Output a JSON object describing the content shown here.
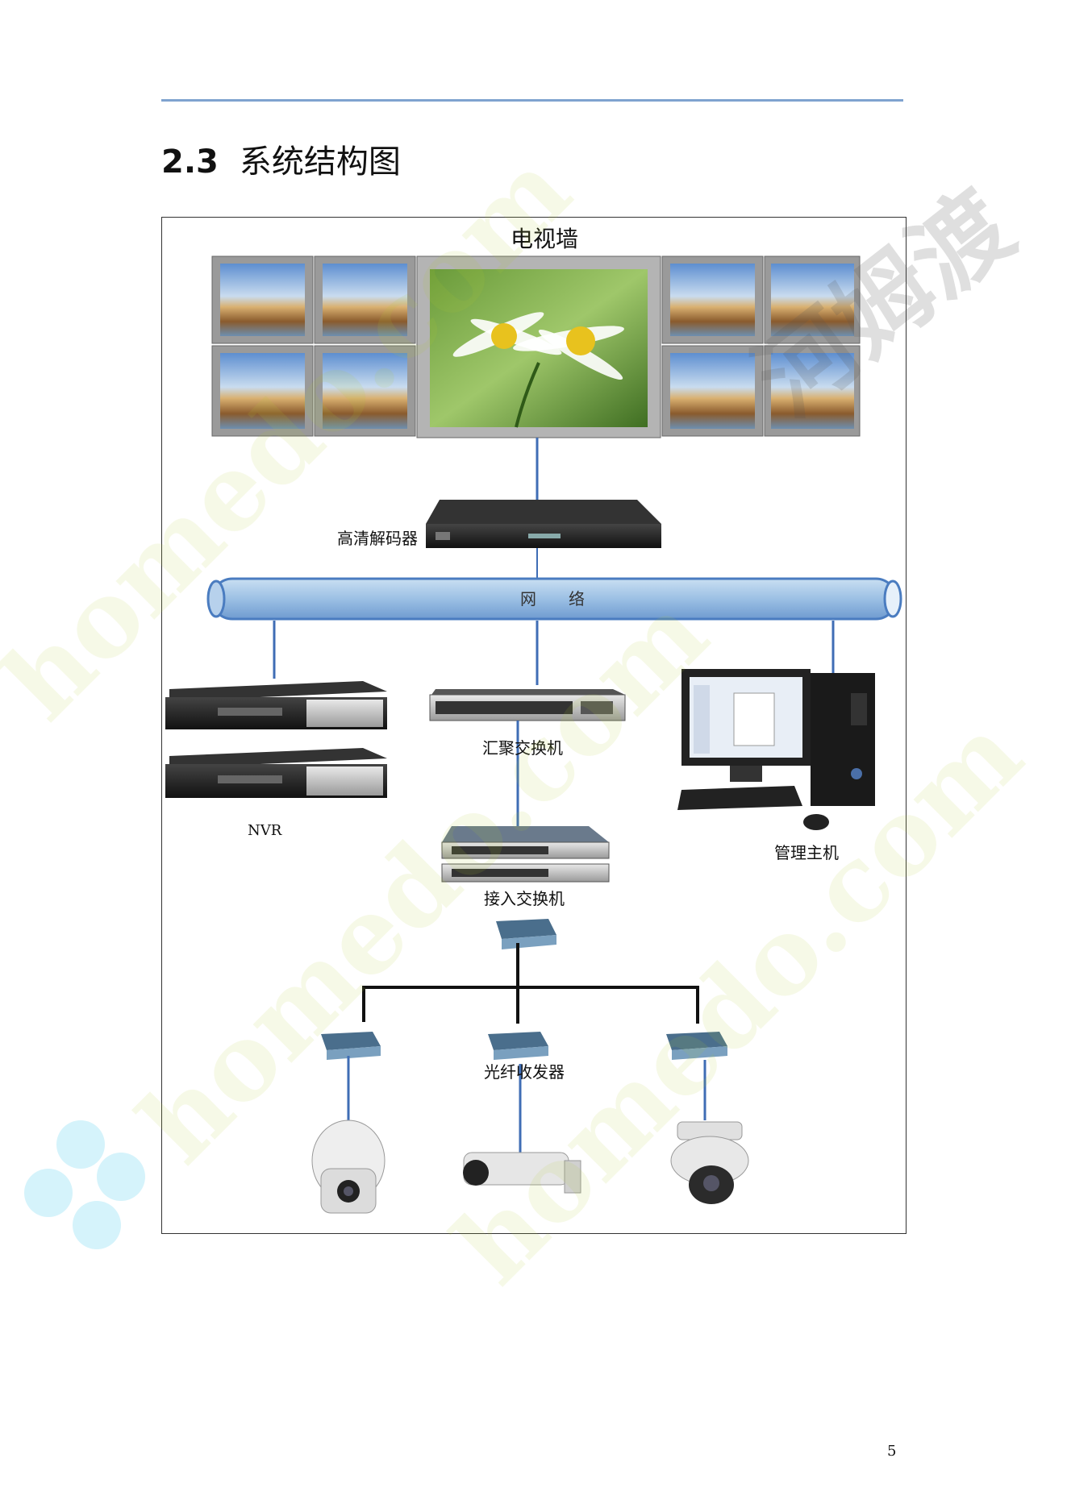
{
  "header": {
    "section_number": "2.3",
    "section_title": "系统结构图"
  },
  "diagram": {
    "tv_wall": "电视墙",
    "decoder": "高清解码器",
    "network": "网　　络",
    "nvr": "NVR",
    "core_switch": "汇聚交换机",
    "management_host": "管理主机",
    "access_switch": "接入交换机",
    "fiber_transceiver": "光纤收发器",
    "watermark_brand": "河姆渡",
    "watermark_url": "homedo.com"
  },
  "footer": {
    "page_number": "5"
  }
}
